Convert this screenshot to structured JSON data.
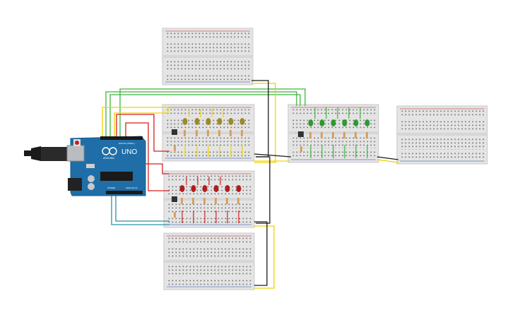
{
  "arduino": {
    "model_text": "UNO",
    "brand_text": "ARDUINO",
    "digital_text": "DIGITAL (PWM~)",
    "power_text": "POWER",
    "analog_text": "ANALOG IN",
    "board_color": "#1f6ea8",
    "usb_color": "#b9bcc0",
    "power_jack_color": "#222222"
  },
  "breadboards": [
    {
      "id": "bb-top-empty"
    },
    {
      "id": "bb-yellow-leds"
    },
    {
      "id": "bb-red-leds"
    },
    {
      "id": "bb-bottom-empty"
    },
    {
      "id": "bb-green-leds"
    },
    {
      "id": "bb-right-empty"
    }
  ],
  "led_groups": [
    {
      "board": "bb-yellow-leds",
      "color": "#9b8a2a",
      "count": 6
    },
    {
      "board": "bb-red-leds",
      "color": "#b01d1d",
      "count": 6
    },
    {
      "board": "bb-green-leds",
      "color": "#2e9a2e",
      "count": 6
    }
  ],
  "wire_colors": {
    "yellow": "#f0d200",
    "green": "#3cb43c",
    "red": "#d42020",
    "black": "#1a1a1a",
    "teal": "#2a8fa8",
    "resistor": "#d8a060"
  },
  "breadboard_colors": {
    "body": "#e2e2e2",
    "rail_red": "#e07070",
    "rail_blue": "#6a8fd0",
    "hole": "#555555"
  }
}
